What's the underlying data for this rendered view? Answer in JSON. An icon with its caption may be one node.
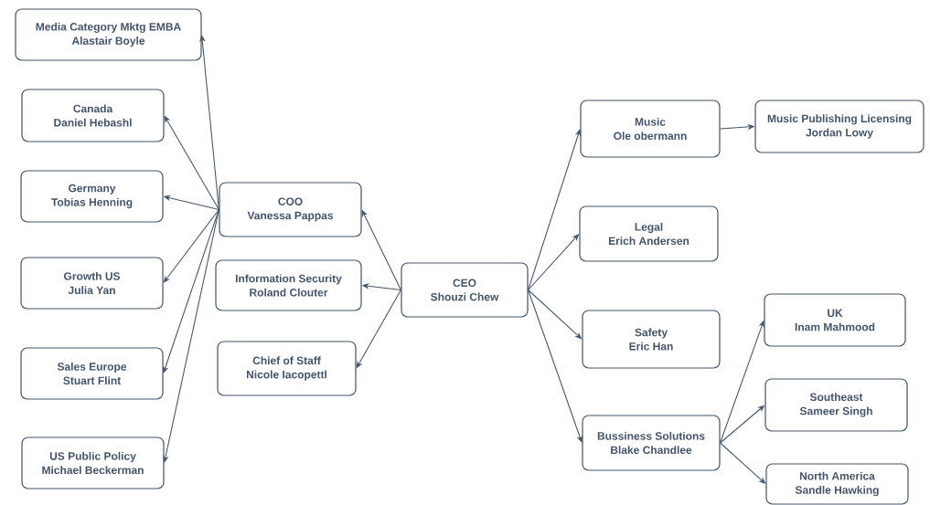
{
  "diagram": {
    "nodes": [
      {
        "text": [
          "Media Category Mktg EMBA",
          "Alastair    Boyle"
        ]
      },
      {
        "text": [
          "Canada",
          "Daniel Hebashl"
        ]
      },
      {
        "text": [
          "Germany",
          "Tobias Henning"
        ]
      },
      {
        "text": [
          "Growth US",
          "Julia Yan"
        ]
      },
      {
        "text": [
          "Sales Europe",
          "Stuart Flint"
        ]
      },
      {
        "text": [
          "US Public Policy",
          "Michael Beckerman"
        ]
      },
      {
        "text": [
          "COO",
          "Vanessa Pappas"
        ]
      },
      {
        "text": [
          "Information Security",
          "Roland Clouter"
        ]
      },
      {
        "text": [
          "Chief of Staff",
          "Nicole Iacopettl"
        ]
      },
      {
        "text": [
          "CEO",
          "Shouzi Chew"
        ]
      },
      {
        "text": [
          "Music",
          "Ole obermann"
        ]
      },
      {
        "text": [
          "Music Publishing Licensing",
          "Jordan Lowy"
        ]
      },
      {
        "text": [
          "Legal",
          "Erich Andersen"
        ]
      },
      {
        "text": [
          "Safety",
          "Eric Han"
        ]
      },
      {
        "text": [
          "Bussiness Solutions",
          "Blake Chandlee"
        ]
      },
      {
        "text": [
          "UK",
          "Inam Mahmood"
        ]
      },
      {
        "text": [
          "Southeast",
          "Sameer Singh"
        ]
      },
      {
        "text": [
          "North America",
          "Sandle Hawking"
        ]
      }
    ],
    "edges": [
      {
        "from": 6,
        "to": 0,
        "arrow": "to"
      },
      {
        "from": 6,
        "to": 1,
        "arrow": "to"
      },
      {
        "from": 6,
        "to": 2,
        "arrow": "to"
      },
      {
        "from": 6,
        "to": 3,
        "arrow": "to"
      },
      {
        "from": 6,
        "to": 4,
        "arrow": "to"
      },
      {
        "from": 6,
        "to": 5,
        "arrow": "to"
      },
      {
        "from": 9,
        "to": 6,
        "arrow": "to"
      },
      {
        "from": 9,
        "to": 7,
        "arrow": "to"
      },
      {
        "from": 9,
        "to": 8,
        "arrow": "to"
      },
      {
        "from": 9,
        "to": 10,
        "arrow": "to"
      },
      {
        "from": 9,
        "to": 12,
        "arrow": "to"
      },
      {
        "from": 9,
        "to": 13,
        "arrow": "to"
      },
      {
        "from": 9,
        "to": 14,
        "arrow": "to"
      },
      {
        "from": 10,
        "to": 11,
        "arrow": "to"
      },
      {
        "from": 14,
        "to": 15,
        "arrow": "to"
      },
      {
        "from": 14,
        "to": 16,
        "arrow": "to"
      },
      {
        "from": 14,
        "to": 17,
        "arrow": "to"
      }
    ]
  }
}
